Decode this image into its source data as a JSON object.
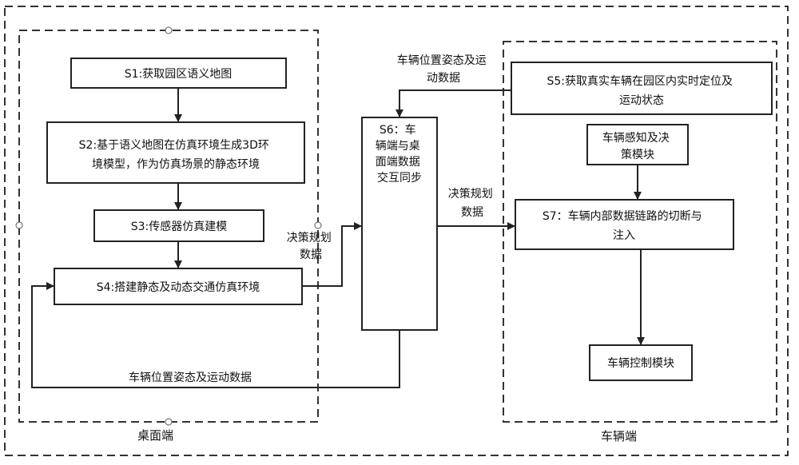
{
  "regions": {
    "desktop_label": "桌面端",
    "vehicle_label": "车辆端"
  },
  "steps": {
    "s1": [
      "S1:获取园区语义地图"
    ],
    "s2": [
      "S2:基于语义地图在仿真环境生成3D环",
      "境模型，作为仿真场景的静态环境"
    ],
    "s3": [
      "S3:传感器仿真建模"
    ],
    "s4": [
      "S4:搭建静态及动态交通仿真环境"
    ],
    "s5": [
      "S5:获取真实车辆在园区内实时定位及",
      "运动状态"
    ],
    "s6": [
      "S6：车",
      "辆端与桌",
      "面端数据",
      "交互同步"
    ],
    "s7": [
      "S7：车辆内部数据链路的切断与",
      "注入"
    ],
    "perception": [
      "车辆感知及决",
      "策模块"
    ],
    "control": [
      "车辆控制模块"
    ]
  },
  "flows": {
    "pose_top": [
      "车辆位置姿态及运",
      "动数据"
    ],
    "decision_left": [
      "决策规划",
      "数据"
    ],
    "decision_right": [
      "决策规划",
      "数据"
    ],
    "pose_bottom": [
      "车辆位置姿态及运动数据"
    ]
  }
}
